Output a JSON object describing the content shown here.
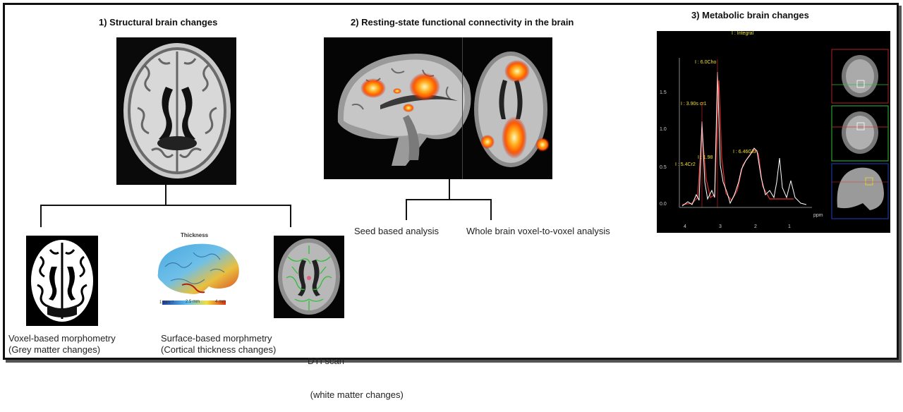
{
  "sections": {
    "structural": {
      "title": "1) Structural brain changes",
      "methods": [
        {
          "line1": "Voxel-based morphometry",
          "line2": "(Grey matter changes)"
        },
        {
          "line1": "Surface-based morphmetry",
          "line2": "(Cortical thickness changes)"
        },
        {
          "line1": "DTI scan",
          "line2": " (white matter changes)"
        }
      ],
      "thickness_map": {
        "title": "Thickness",
        "scale_labels": [
          "1 mm⁻¹",
          "2.5 mm",
          "4 mm"
        ]
      }
    },
    "functional": {
      "title": "2) Resting-state functional connectivity in the brain",
      "methods": [
        "Seed based analysis",
        "Whole brain voxel-to-voxel analysis"
      ]
    },
    "metabolic": {
      "title": "3) Metabolic brain changes",
      "spectrum": {
        "header": "I : Integral",
        "peak_labels": [
          "I : 6.0Cho",
          "I : 3.90s cr1",
          "I : 5.4Cr2",
          "I : 1.98",
          "I : 6.46Glu"
        ],
        "y_ticks": [
          "1.5",
          "1.0",
          "0.5",
          "0.0"
        ],
        "x_ticks": [
          "4",
          "3",
          "2",
          "1"
        ],
        "x_unit": "ppm"
      }
    }
  },
  "colors": {
    "frame": "#111111",
    "activation": "#ff8a00",
    "spectrum_trace": "#ffffff",
    "spectrum_fit": "#e0302a",
    "label_yellow": "#f0e020",
    "tract_green": "#2fbf3a"
  }
}
